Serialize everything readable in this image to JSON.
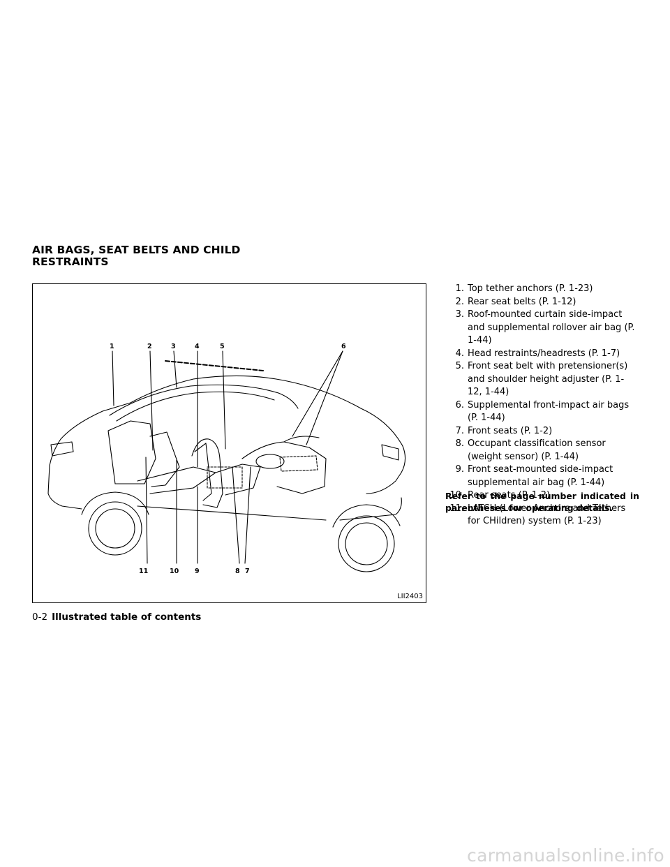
{
  "section": {
    "title_line1": "AIR BAGS, SEAT BELTS AND CHILD",
    "title_line2": "RESTRAINTS"
  },
  "figure": {
    "code": "LII2403",
    "callouts": [
      "1",
      "2",
      "3",
      "4",
      "5",
      "6",
      "11",
      "10",
      "9",
      "8",
      "7"
    ]
  },
  "items": [
    {
      "num": "1.",
      "text": "Top tether anchors (P. 1-23)"
    },
    {
      "num": "2.",
      "text": "Rear seat belts (P. 1-12)"
    },
    {
      "num": "3.",
      "text": "Roof-mounted curtain side-impact and supplemental rollover air bag (P. 1-44)"
    },
    {
      "num": "4.",
      "text": "Head restraints/headrests (P. 1-7)"
    },
    {
      "num": "5.",
      "text": "Front seat belt with pretensioner(s) and shoulder height adjuster (P. 1-12, 1-44)"
    },
    {
      "num": "6.",
      "text": "Supplemental front-impact air bags (P. 1-44)"
    },
    {
      "num": "7.",
      "text": "Front seats (P. 1-2)"
    },
    {
      "num": "8.",
      "text": "Occupant classification sensor (weight sensor) (P. 1-44)"
    },
    {
      "num": "9.",
      "text": "Front seat-mounted side-impact supplemental air bag (P. 1-44)"
    },
    {
      "num": "10.",
      "text": "Rear seats (P. 1-2)"
    },
    {
      "num": "11.",
      "text": "LATCH (Lower Anchors and Tethers for CHildren) system (P. 1-23)"
    }
  ],
  "note": "Refer to the page number indicated in parentheses for operating details.",
  "footer": {
    "page_number": "0-2",
    "chapter": "Illustrated table of contents"
  },
  "watermark": "carmanualsonline.info"
}
